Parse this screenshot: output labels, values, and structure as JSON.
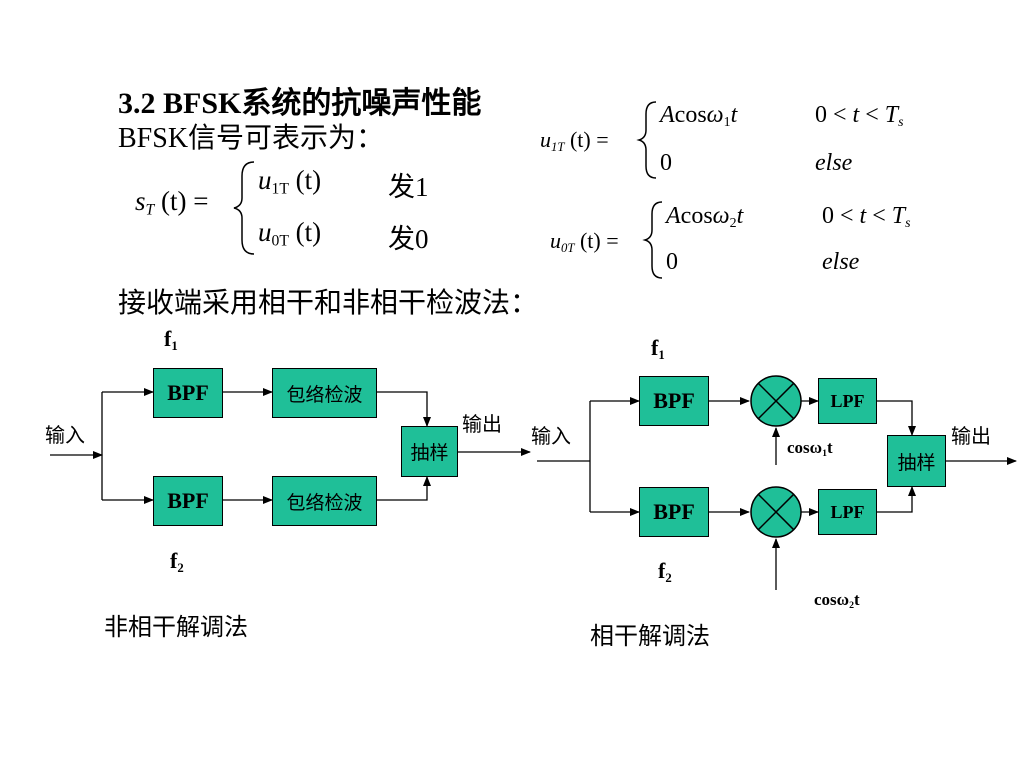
{
  "title": "3.2  BFSK系统的抗噪声性能",
  "subtitle": "BFSK信号可表示为：",
  "receiver_text": "接收端采用相干和非相干检波法：",
  "eq_s": {
    "lhs_s": "s",
    "lhs_sub": "T",
    "lhs_args": " (t) =",
    "row1_u": "u",
    "row1_sub": "1T",
    "row1_args": " (t)",
    "row1_cond": "发1",
    "row2_u": "u",
    "row2_sub": "0T",
    "row2_args": " (t)",
    "row2_cond": "发0"
  },
  "eq_u1": {
    "lhs_u": "u",
    "lhs_sub": "1T",
    "lhs_args": " (t) =",
    "row1_expr_a": "A",
    "row1_expr_cos": "cos",
    "row1_omega": "ω",
    "row1_omega_sub": "1",
    "row1_t": "t",
    "row1_cond_a": "0 < ",
    "row1_cond_t": "t",
    "row1_cond_b": " < ",
    "row1_cond_T": "T",
    "row1_cond_sub": "s",
    "row2_expr": "0",
    "row2_cond": "else"
  },
  "eq_u0": {
    "lhs_u": "u",
    "lhs_sub": "0T",
    "lhs_args": " (t) =",
    "row1_expr_a": "A",
    "row1_expr_cos": "cos",
    "row1_omega": "ω",
    "row1_omega_sub": "2",
    "row1_t": "t",
    "row1_cond_a": "0 < ",
    "row1_cond_t": "t",
    "row1_cond_b": " < ",
    "row1_cond_T": "T",
    "row1_cond_sub": "s",
    "row2_expr": "0",
    "row2_cond": "else"
  },
  "noncoherent": {
    "f1": "f",
    "f1_sub": "1",
    "f2": "f",
    "f2_sub": "2",
    "bpf": "BPF",
    "env_det": "包络检波",
    "sampler": "抽样",
    "input": "输入",
    "output": "输出",
    "caption": "非相干解调法"
  },
  "coherent": {
    "f1": "f",
    "f1_sub": "1",
    "f2": "f",
    "f2_sub": "2",
    "bpf": "BPF",
    "lpf": "LPF",
    "sampler": "抽样",
    "input": "输入",
    "output": "输出",
    "cos1_a": "cosω",
    "cos1_sub": "1",
    "cos1_b": "t",
    "cos2_a": "cosω",
    "cos2_sub": "2",
    "cos2_b": "t",
    "caption": "相干解调法"
  },
  "colors": {
    "block_fill": "#1fbf98",
    "line": "#000000",
    "background": "#ffffff"
  }
}
